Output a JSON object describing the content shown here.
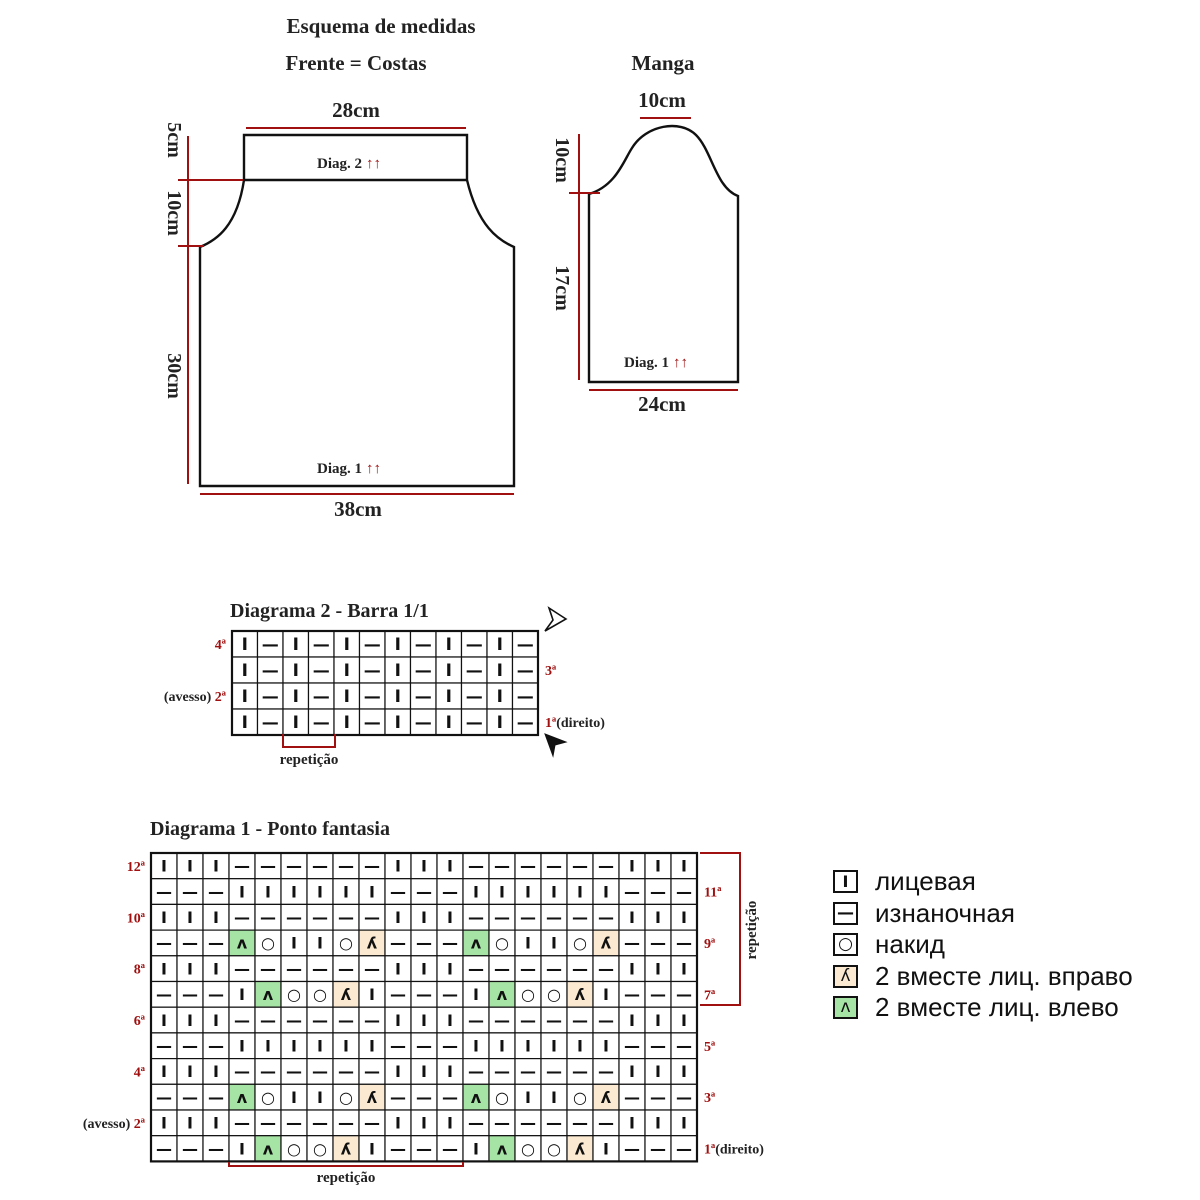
{
  "schema": {
    "title": "Esquema de medidas",
    "front_title": "Frente = Costas",
    "sleeve_title": "Manga",
    "front": {
      "top_width": "28cm",
      "bottom_width": "38cm",
      "band_height": "5cm",
      "armhole_height": "10cm",
      "body_height": "30cm",
      "band_label": "Diag. 2",
      "body_label": "Diag. 1",
      "arrows": "↑↑"
    },
    "sleeve": {
      "top_width": "10cm",
      "cap_height": "10cm",
      "length": "17cm",
      "bottom_width": "24cm",
      "label": "Diag. 1",
      "arrows": "↑↑"
    }
  },
  "diagram2": {
    "title": "Diagrama 2 - Barra 1/1",
    "columns": 12,
    "rows": [
      {
        "number": "4ª",
        "side": "left",
        "note": "",
        "cells": "KPKPKPKPKPKP"
      },
      {
        "number": "3ª",
        "side": "right",
        "note": "",
        "cells": "KPKPKPKPKPKP"
      },
      {
        "number": "2ª",
        "side": "left",
        "note": "(avesso)",
        "cells": "KPKPKPKPKPKP"
      },
      {
        "number": "1ª",
        "side": "right",
        "note": "(direito)",
        "cells": "KPKPKPKPKPKP"
      }
    ],
    "repeat_label": "repetição"
  },
  "diagram1": {
    "title": "Diagrama 1 - Ponto fantasia",
    "columns": 21,
    "rows": [
      {
        "number": "12ª",
        "side": "left",
        "note": "",
        "cells": "KKKPPPPPPKKKPPPPPPKKK"
      },
      {
        "number": "11ª",
        "side": "right",
        "note": "",
        "cells": "PPPKKKKKKPPPKKKKKKPPP"
      },
      {
        "number": "10ª",
        "side": "left",
        "note": "",
        "cells": "KKKPPPPPPKKKPPPPPPKKK"
      },
      {
        "number": "9ª",
        "side": "right",
        "note": "",
        "cells": "PPPLOKKORPPPLOKKORPPP"
      },
      {
        "number": "8ª",
        "side": "left",
        "note": "",
        "cells": "KKKPPPPPPKKKPPPPPPKKK"
      },
      {
        "number": "7ª",
        "side": "right",
        "note": "",
        "cells": "PPPKLOORKPPPKLOORKPPP"
      },
      {
        "number": "6ª",
        "side": "left",
        "note": "",
        "cells": "KKKPPPPPPKKKPPPPPPKKK"
      },
      {
        "number": "5ª",
        "side": "right",
        "note": "",
        "cells": "PPPKKKKKKPPPKKKKKKPPP"
      },
      {
        "number": "4ª",
        "side": "left",
        "note": "",
        "cells": "KKKPPPPPPKKKPPPPPPKKK"
      },
      {
        "number": "3ª",
        "side": "right",
        "note": "",
        "cells": "PPPLOKKORPPPLOKKORPPP"
      },
      {
        "number": "2ª",
        "side": "left",
        "note": "(avesso)",
        "cells": "KKKPPPPPPKKKPPPPPPKKK"
      },
      {
        "number": "1ª",
        "side": "right",
        "note": "(direito)",
        "cells": "PPPKLOORKPPPKLOORKPPP"
      }
    ],
    "repeat_label": "repetição",
    "vertical_repeat_label": "repetição"
  },
  "symbols": {
    "K": "I",
    "P": "—",
    "O": "○",
    "R": "ʎ",
    "L": "ʌ"
  },
  "legend": [
    {
      "symbol": "I",
      "label": "лицевая",
      "style": "k"
    },
    {
      "symbol": "—",
      "label": "изнаночная",
      "style": "p"
    },
    {
      "symbol": "○",
      "label": "накид",
      "style": "yo"
    },
    {
      "symbol": "ʎ",
      "label": "2 вместе лиц. вправо",
      "style": "rt"
    },
    {
      "symbol": "ʌ",
      "label": "2 вместе лиц. влево",
      "style": "lt"
    }
  ],
  "colors": {
    "dimension_line": "#a01010",
    "row_number": "#a01010",
    "decrease_right_fill": "#fbe9d1",
    "decrease_left_fill": "#a5e4a5",
    "outline": "#111111"
  }
}
